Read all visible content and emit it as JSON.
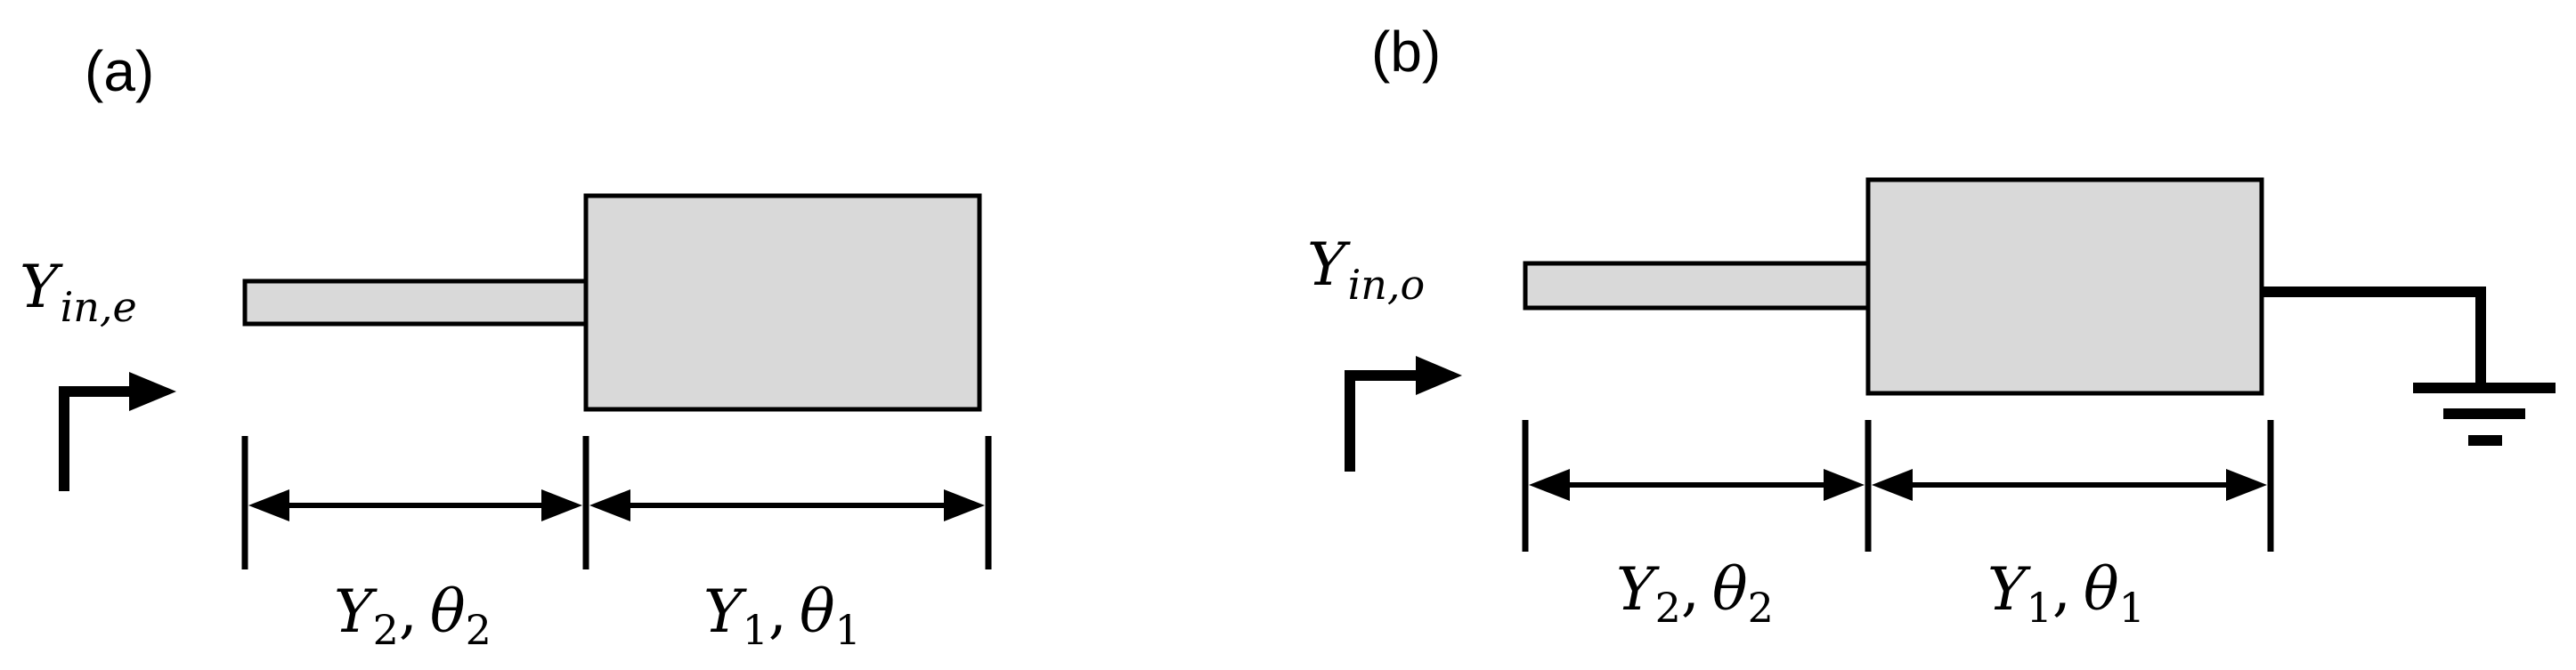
{
  "panel_a": {
    "label": "(a)",
    "input_admittance": {
      "main": "Y",
      "sub": "in,e"
    },
    "section2": {
      "y": "Y",
      "y_sub": "2",
      "sep": ",",
      "theta": "θ",
      "theta_sub": "2"
    },
    "section1": {
      "y": "Y",
      "y_sub": "1",
      "sep": ",",
      "theta": "θ",
      "theta_sub": "1"
    }
  },
  "panel_b": {
    "label": "(b)",
    "input_admittance": {
      "main": "Y",
      "sub": "in,o"
    },
    "section2": {
      "y": "Y",
      "y_sub": "2",
      "sep": ",",
      "theta": "θ",
      "theta_sub": "2"
    },
    "section1": {
      "y": "Y",
      "y_sub": "1",
      "sep": ",",
      "theta": "θ",
      "theta_sub": "1"
    },
    "termination": "ground-symbol"
  },
  "colors": {
    "stub_fill": "#d9d9d9",
    "stroke": "#000000",
    "background": "#ffffff"
  }
}
